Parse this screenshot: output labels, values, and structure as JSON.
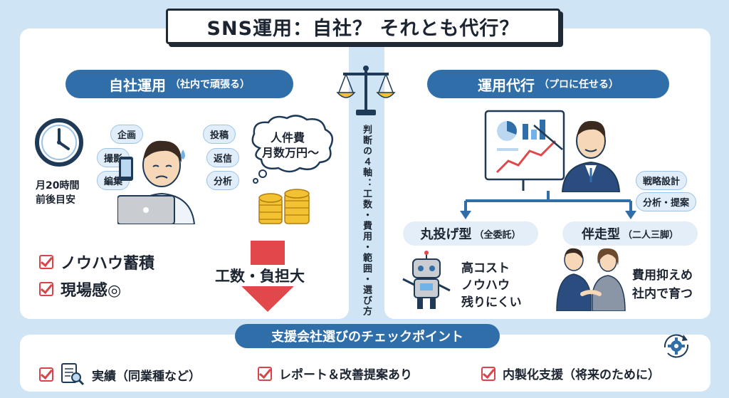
{
  "title": "SNS運用：自社？ それとも代行？",
  "left": {
    "header": "自社運用",
    "header_sub": "（社内で頑張る）",
    "time_label_1": "月20時間",
    "time_label_2": "前後目安",
    "tasks": [
      "企画",
      "撮影",
      "編集",
      "投稿",
      "返信",
      "分析"
    ],
    "bubble_1": "人件費",
    "bubble_2": "月数万円〜",
    "checks": [
      "ノウハウ蓄積",
      "現場感◎"
    ],
    "burden": "工数・負担大"
  },
  "center": {
    "axis_text": "判断の４軸：工数・費用・範囲・選び方"
  },
  "right": {
    "header": "運用代行",
    "header_sub": "（プロに任せる）",
    "services": [
      "戦略設計",
      "分析・提案"
    ],
    "type1_title": "丸投げ型",
    "type1_sub": "（全委託）",
    "type1_notes": [
      "高コスト",
      "ノウハウ",
      "残りにくい"
    ],
    "type2_title": "伴走型",
    "type2_sub": "（二人三脚）",
    "type2_notes": [
      "費用抑えめ",
      "社内で育つ"
    ]
  },
  "bottom": {
    "header": "支援会社選びのチェックポイント",
    "items": [
      "実績（同業種など）",
      "レポート＆改善提案あり",
      "内製化支援（将来のために）"
    ]
  },
  "colors": {
    "accent": "#2f6ea8",
    "check": "#d9434a",
    "arrow": "#e0484c",
    "bg": "#cfe4f4"
  },
  "icons": [
    "clock-icon",
    "person-phone-icon",
    "coins-icon",
    "scale-icon",
    "presenter-icon",
    "robot-icon",
    "handshake-icon",
    "document-search-icon",
    "gear-icon"
  ]
}
